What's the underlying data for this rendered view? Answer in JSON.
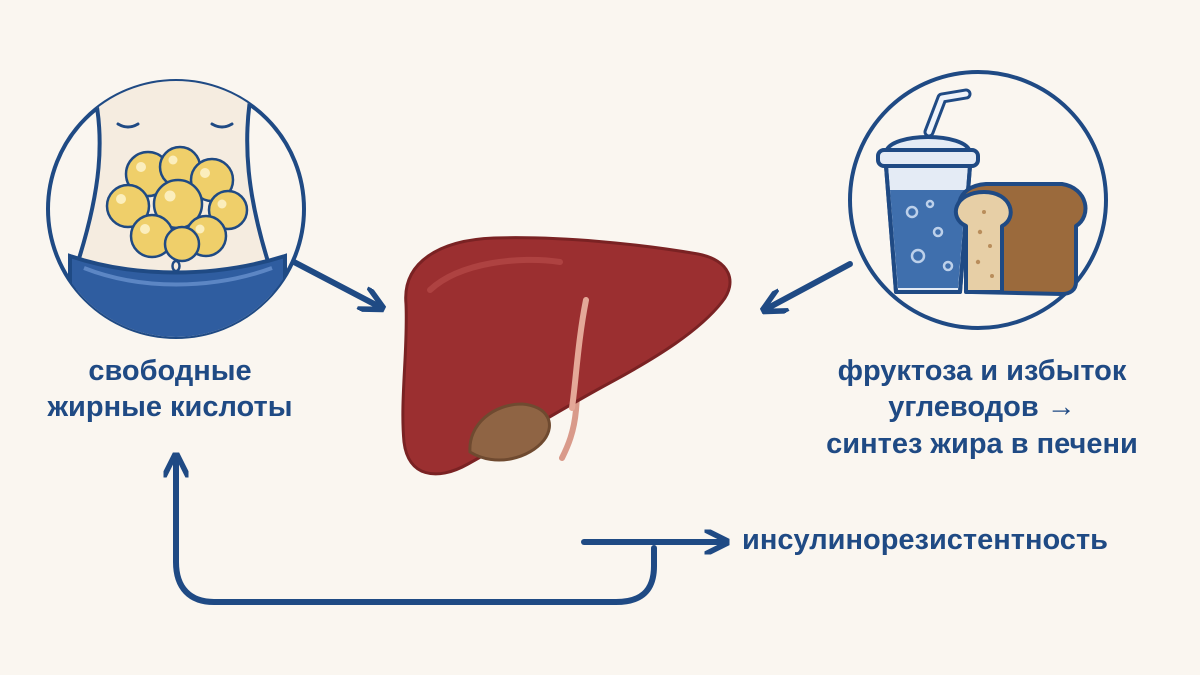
{
  "labels": {
    "free_fatty_acids": [
      "свободные",
      "жирные кислоты"
    ],
    "fructose_carbs": [
      "фруктоза и избыток",
      "углеводов →",
      "синтез жира в печени"
    ],
    "insulin_resistance": "инсулинорезистентность"
  },
  "colors": {
    "background": "#faf6f0",
    "navy": "#1f4a84",
    "liver": "#9b2f30",
    "gallbladder": "#8f6444",
    "fat_cells": "#efcf6a",
    "drink": "#3f6fad",
    "bread": "#d8b98f"
  },
  "icons": [
    "belly-fat-icon",
    "liver-icon",
    "drink-cup-icon",
    "bread-icon"
  ]
}
